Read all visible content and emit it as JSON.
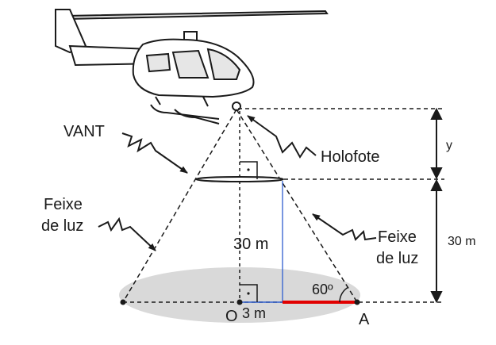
{
  "labels": {
    "vant": "VANT",
    "holofote": "Holofote",
    "feixe_left_1": "Feixe",
    "feixe_left_2": "de luz",
    "feixe_right_1": "Feixe",
    "feixe_right_2": "de luz",
    "y": "y",
    "thirty_right": "30 m",
    "thirty_inner": "30 m",
    "angle": "60º",
    "three_m": "3 m",
    "point_o": "O",
    "point_a": "A"
  },
  "colors": {
    "line": "#1a1a1a",
    "ground": "#d9d9d9",
    "red_segment": "#e10000",
    "blue_lines": "#2f5fd0"
  },
  "icons": [
    "helicopter-icon",
    "zigzag-arrow-icon",
    "right-angle-mark-icon"
  ]
}
